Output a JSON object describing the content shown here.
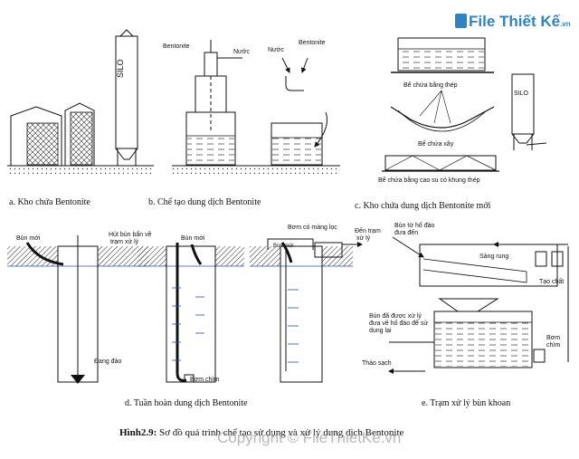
{
  "logo": {
    "text": "File Thiết Kế",
    "domain": ".vn",
    "icon": "file-logo-icon"
  },
  "watermark": "Copyright © FileThietKe.vn",
  "title": {
    "bold": "Hình2.9:",
    "text": " Sơ đồ quá trình chế tạo sử dụng và xử lý dung dịch Bentonite"
  },
  "captions": {
    "a": "a. Kho chứa Bentonite",
    "b": "b. Chế tạo dung dịch Bentonite",
    "c": "c. Kho chứa dung dịch Bentonite mới",
    "d": "d. Tuần hoàn dung dịch Bentonite",
    "e": "e. Trạm xử lý bùn khoan"
  },
  "labels": {
    "silo": "SILO",
    "bentonite": "Bentonite",
    "nuoc": "Nước",
    "nuoc2": "Nước",
    "bentonite2": "Bentonite",
    "be_thep": "Bể chứa bằng thép",
    "be_xay": "Bể chứa xây",
    "be_cao_su": "Bể chứa bằng cao su có khung thép",
    "silo2": "SILO",
    "bun_moi_1": "Bùn mới",
    "dang_dao": "Đang đào",
    "hut_bun_1": "Hút bùn bẩn về",
    "hut_bun_2": "trạm xử lý",
    "bun_moi_2": "Bùn mới",
    "bom_chim": "Bơm chìm",
    "bom_mang_loc": "Bơm có màng lọc",
    "den_tram_1": "Đến trạm",
    "den_tram_2": "xử lý",
    "bun_moi_3": "Bùn mới",
    "bun_tu_ho_1": "Bùn từ hố đào",
    "bun_tu_ho_2": "đưa đến",
    "sang_rung": "Sàng rung",
    "tao_chat": "Tạo chất",
    "bun_da_xl_1": "Bùn đã được xử lý",
    "bun_da_xl_2": "đưa về hố đào để sử",
    "bun_da_xl_3": "dụng lại",
    "thao_sach": "Tháo sạch",
    "bom_chim_2": "Bơm",
    "bom_chim_3": "chìm"
  }
}
